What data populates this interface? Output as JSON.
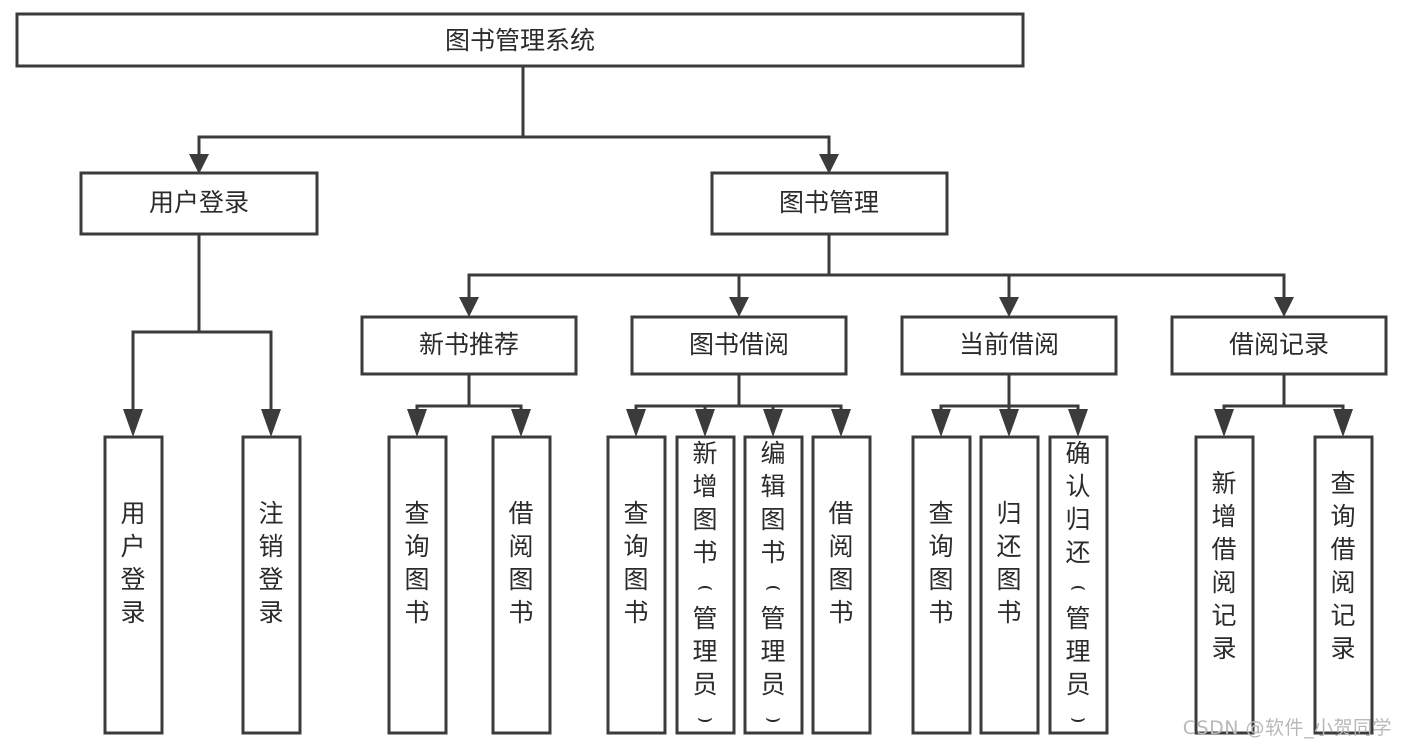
{
  "diagram": {
    "type": "tree",
    "title": "图书管理系统",
    "watermark": "CSDN @软件_小贺同学",
    "colors": {
      "stroke": "#3b3b3b",
      "fill": "#ffffff",
      "text": "#2b2b2b",
      "watermark": "#b8b8b8",
      "background": "#ffffff"
    },
    "root": {
      "label": "图书管理系统"
    },
    "level2": [
      {
        "label": "用户登录"
      },
      {
        "label": "图书管理"
      }
    ],
    "level3": [
      {
        "label": "新书推荐"
      },
      {
        "label": "图书借阅"
      },
      {
        "label": "当前借阅"
      },
      {
        "label": "借阅记录"
      }
    ],
    "leaves": {
      "user_login": [
        {
          "label": "用户登录"
        },
        {
          "label": "注销登录"
        }
      ],
      "new_book": [
        {
          "label": "查询图书"
        },
        {
          "label": "借阅图书"
        }
      ],
      "book_borrow": [
        {
          "label": "查询图书"
        },
        {
          "label": "新增图书（管理员）"
        },
        {
          "label": "编辑图书（管理员）"
        },
        {
          "label": "借阅图书"
        }
      ],
      "current_borrow": [
        {
          "label": "查询图书"
        },
        {
          "label": "归还图书"
        },
        {
          "label": "确认归还（管理员）"
        }
      ],
      "borrow_record": [
        {
          "label": "新增借阅记录"
        },
        {
          "label": "查询借阅记录"
        }
      ]
    }
  }
}
